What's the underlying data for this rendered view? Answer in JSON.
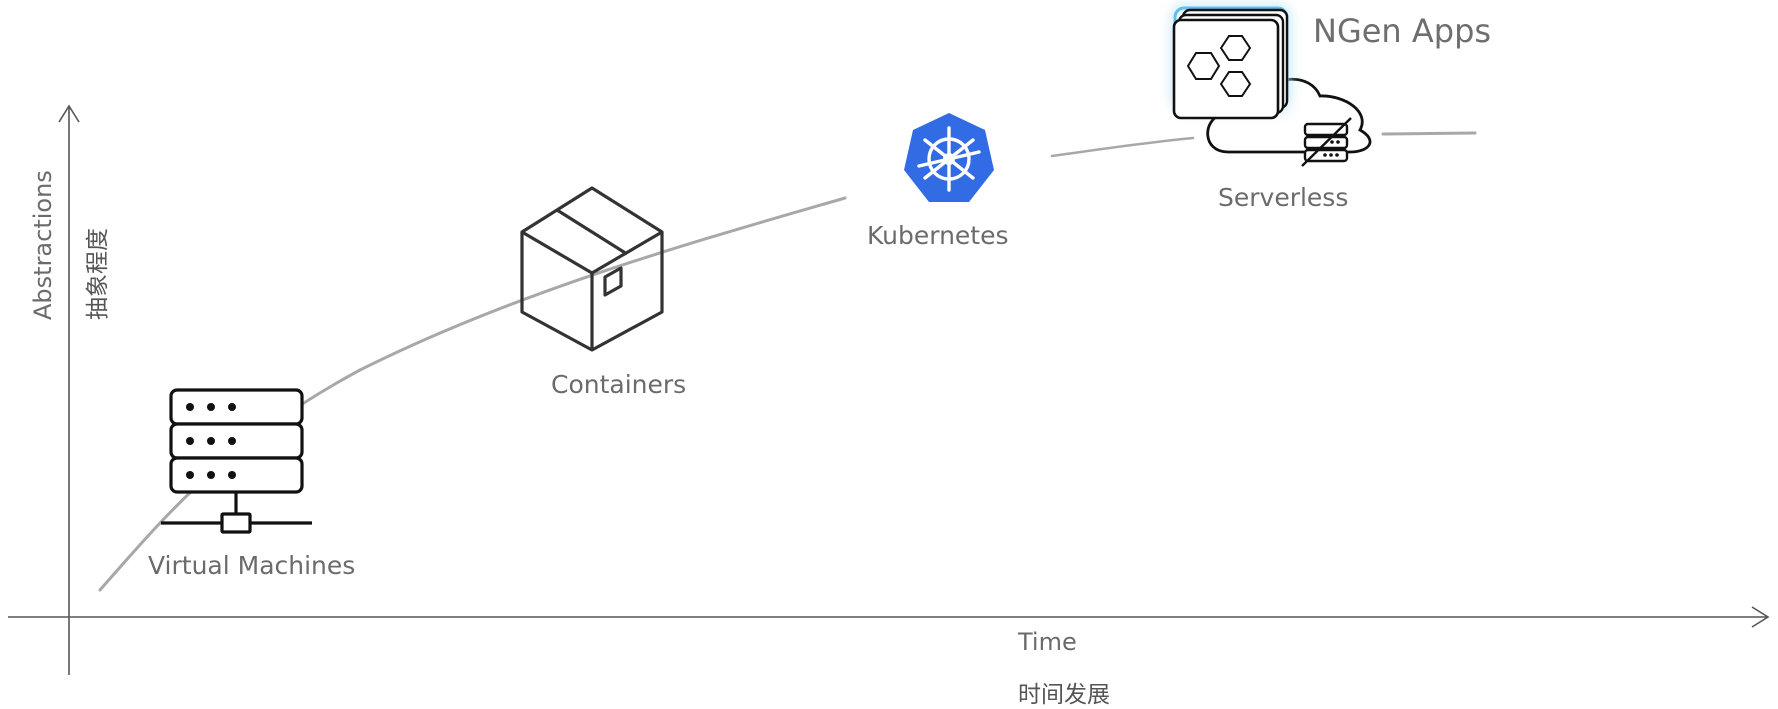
{
  "axes": {
    "y_label": "Abstractions",
    "y_label_cn": "抽象程度",
    "x_label": "Time",
    "x_label_cn": "时间发展"
  },
  "stages": [
    {
      "label": "Virtual Machines",
      "icon": "server-rack-icon"
    },
    {
      "label": "Containers",
      "icon": "box-icon"
    },
    {
      "label": "Kubernetes",
      "icon": "kubernetes-helm-icon"
    },
    {
      "label": "Serverless",
      "icon": "cloud-server-icon"
    }
  ],
  "highlight": {
    "label": "NGen Apps",
    "icon": "app-stack-icon"
  },
  "colors": {
    "axis": "#555555",
    "curve": "#a8a8a8",
    "label": "#6b6b6b",
    "icon_stroke": "#333333",
    "kubernetes_blue": "#326ce5",
    "glow": "#5bc0eb"
  }
}
